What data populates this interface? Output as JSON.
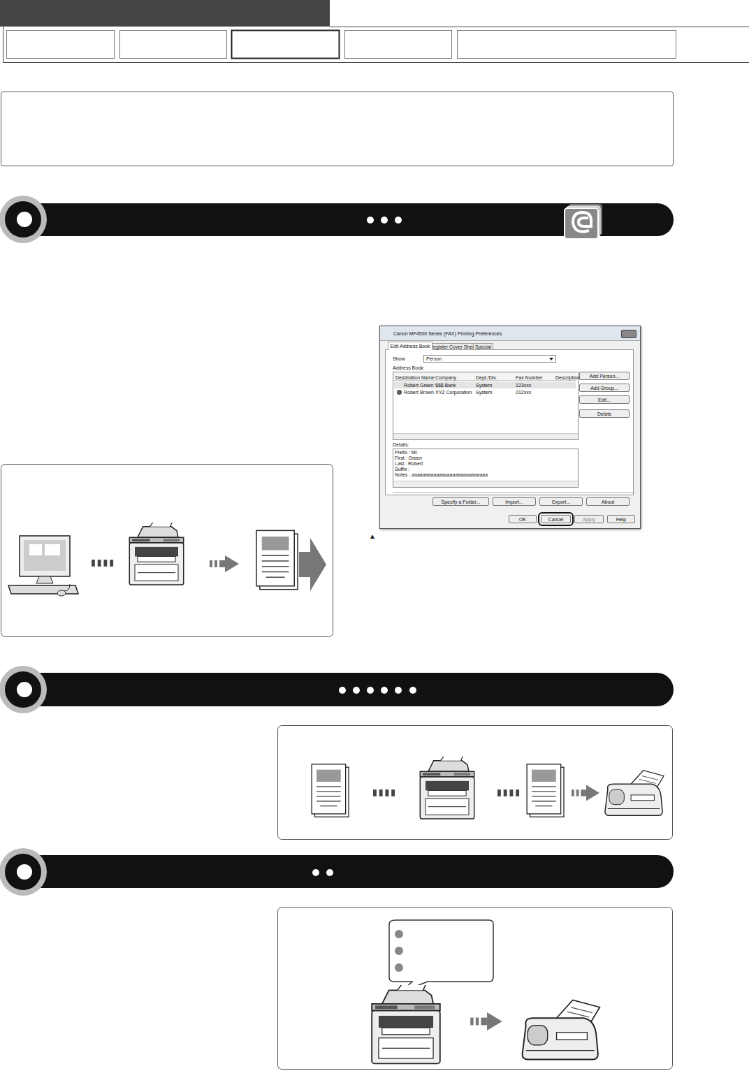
{
  "diagram": {
    "nodes": [
      {
        "text": [
          "Canon MF4500 Series (FAX) Printing Preferences"
        ]
      },
      {
        "text": [
          "Edit Address Book"
        ],
        "in": 0
      },
      {
        "text": [
          "Register Cover Sheet"
        ],
        "in": 0
      },
      {
        "text": [
          "Special"
        ],
        "in": 0
      },
      {
        "text": [
          "Person"
        ],
        "in": 0
      },
      {
        "text": [
          "Add Person..."
        ],
        "in": 0
      },
      {
        "text": [
          "Add Group..."
        ],
        "in": 0
      },
      {
        "text": [
          "Edit..."
        ],
        "in": 0
      },
      {
        "text": [
          "Delete"
        ],
        "in": 0
      },
      {
        "text": [
          "Specify a Folder..."
        ],
        "in": 0
      },
      {
        "text": [
          "Import..."
        ],
        "in": 0
      },
      {
        "text": [
          "Export..."
        ],
        "in": 0
      },
      {
        "text": [
          "About"
        ],
        "in": 0
      },
      {
        "text": [
          "OK"
        ],
        "in": 0
      },
      {
        "text": [
          "Cancel"
        ],
        "in": 0
      },
      {
        "text": [
          "Apply"
        ],
        "in": 0
      },
      {
        "text": [
          "Help"
        ],
        "in": 0
      }
    ],
    "labels": [
      "Show",
      "Address Book:",
      "Destination Name",
      "Company",
      "Dept./Div.",
      "Fax Number",
      "Description",
      "Robert Green",
      "$$$ Bank",
      "System",
      "123xxx",
      "Robert Brown",
      "XYZ Corporation",
      "System",
      "012xxx",
      "Details:",
      "Prefix : Mr.",
      "First : Green",
      "Last : Robert",
      "Suffix :",
      "Notes : aaaaaaaaaaaaaaaaaaaaaaaaaaaa",
      "▲"
    ]
  }
}
